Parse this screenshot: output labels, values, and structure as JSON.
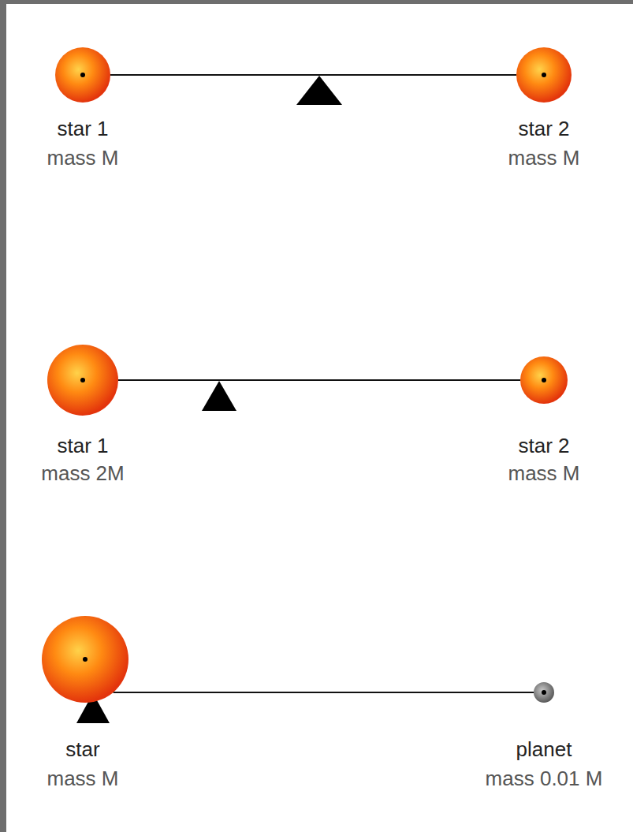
{
  "diagram": {
    "nodes": [
      {
        "text": [
          "star 1",
          "mass M"
        ]
      },
      {
        "text": [
          "star 2",
          "mass M"
        ]
      },
      {
        "text": [
          "star 1",
          "mass 2M"
        ]
      },
      {
        "text": [
          "star 2",
          "mass M"
        ]
      },
      {
        "text": [
          "star",
          "mass M"
        ]
      },
      {
        "text": [
          "planet",
          "mass 0.01 M"
        ]
      }
    ],
    "edges": [
      {
        "from": 0,
        "to": 1,
        "arrow": "none"
      },
      {
        "from": 2,
        "to": 3,
        "arrow": "none"
      },
      {
        "from": 4,
        "to": 5,
        "arrow": "none"
      }
    ]
  }
}
